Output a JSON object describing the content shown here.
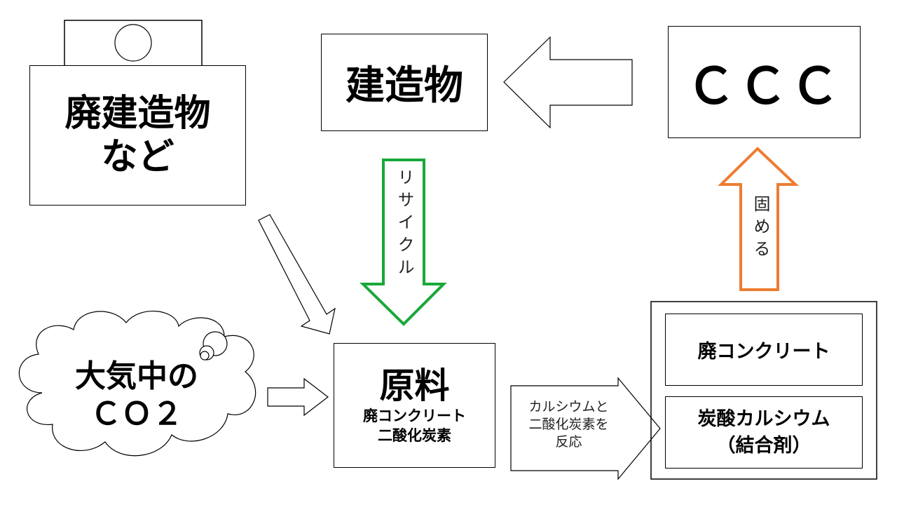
{
  "demolished": {
    "line1": "廃建造物",
    "line2": "など"
  },
  "building": {
    "label": "建造物"
  },
  "ccc": {
    "label": "ＣＣＣ"
  },
  "recycle_arrow": {
    "label": "リサイクル",
    "color": "#1aa83a"
  },
  "solidify_arrow": {
    "label": "固める",
    "color": "#ed7d31"
  },
  "atmosphere": {
    "line1": "大気中の",
    "line2": "ＣＯ２"
  },
  "raw_material": {
    "title": "原料",
    "line1": "廃コンクリート",
    "line2": "二酸化炭素"
  },
  "react_arrow": {
    "line1": "カルシウムと",
    "line2": "二酸化炭素を",
    "line3": "反応"
  },
  "composition": {
    "item1": "廃コンクリート",
    "item2_line1": "炭酸カルシウム",
    "item2_line2": "（結合剤）"
  }
}
